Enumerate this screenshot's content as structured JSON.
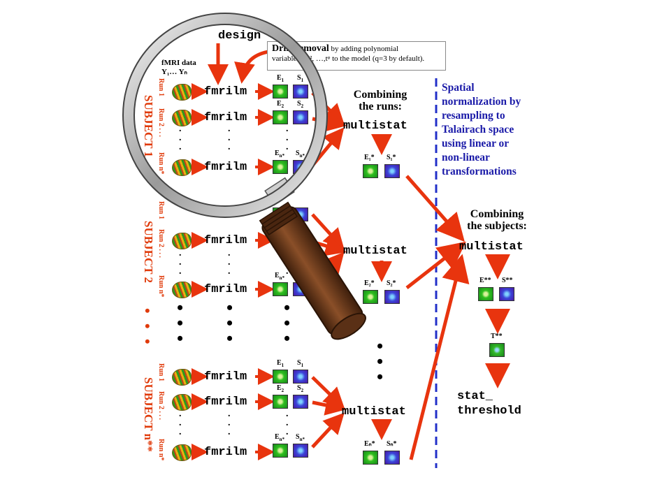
{
  "fmrilm": "fmrilm",
  "multistat": "multistat",
  "callout": {
    "title": "Drift removal",
    "line1": " by adding polynomial",
    "line2": "variables t, t², …,tᵠ to the model (q=3 by default)."
  },
  "design_text": "design",
  "fmri_data": {
    "line1": "fMRI data",
    "line2": "Y₁… Yₙ"
  },
  "combining_runs": {
    "line1": "Combining",
    "line2": "the runs:"
  },
  "combining_subjects": {
    "line1": "Combining",
    "line2": "the subjects:"
  },
  "spatial": [
    "Spatial",
    "normalization by",
    "resampling to",
    "Talairach space",
    "using linear or",
    "non-linear",
    "transformations"
  ],
  "stat_threshold": {
    "line1": "stat_",
    "line2": "threshold"
  },
  "run_labels": {
    "r1": "Run 1",
    "r2": "Run 2 . . .",
    "rn": "Run n*"
  },
  "subjects": {
    "s1": "SUBJECT 1",
    "s2": "SUBJECT 2",
    "sn": "SUBJECT n**"
  },
  "tile_labels": {
    "E": "E",
    "S": "S",
    "E1s": "E₁*",
    "S1s": "S₁*",
    "E2s": "E₂*",
    "S2s": "S₂*",
    "Ens": "Eₙ*",
    "Sns": "Sₙ*",
    "Ess": "E**",
    "Sss": "S**",
    "Tss": "T**"
  },
  "colors": {
    "arrow": "#e8340e",
    "dashed_line": "#2230c8",
    "subject_label": "#e03a0a",
    "spatial_text": "#1a1aa8",
    "magnifier_handle": "#6b3a1a"
  }
}
